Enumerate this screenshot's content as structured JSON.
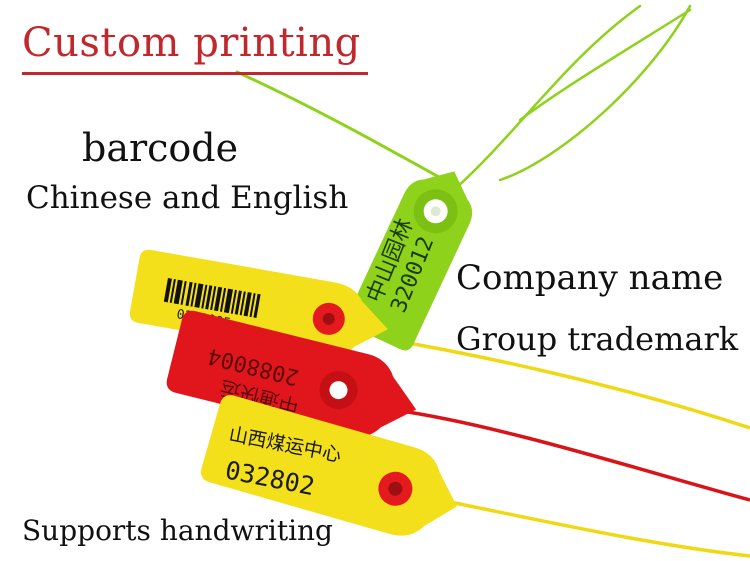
{
  "title": "Custom printing",
  "captions": {
    "barcode": "barcode",
    "languages": "Chinese and English",
    "company": "Company name",
    "trademark": "Group trademark",
    "handwriting": "Supports handwriting"
  },
  "tags": {
    "green": {
      "chinese": "中山园林",
      "number": "320012"
    },
    "yellow_top": {
      "number": "0230005"
    },
    "red": {
      "chinese": "中通快运",
      "number": "2088004"
    },
    "yellow_bottom": {
      "chinese": "山西煤运中心",
      "number": "032802"
    }
  },
  "colors": {
    "title": "#c0282d",
    "green_tag": "#8ed21c",
    "yellow_tag": "#f3e01a",
    "red_tag": "#e0161c"
  }
}
